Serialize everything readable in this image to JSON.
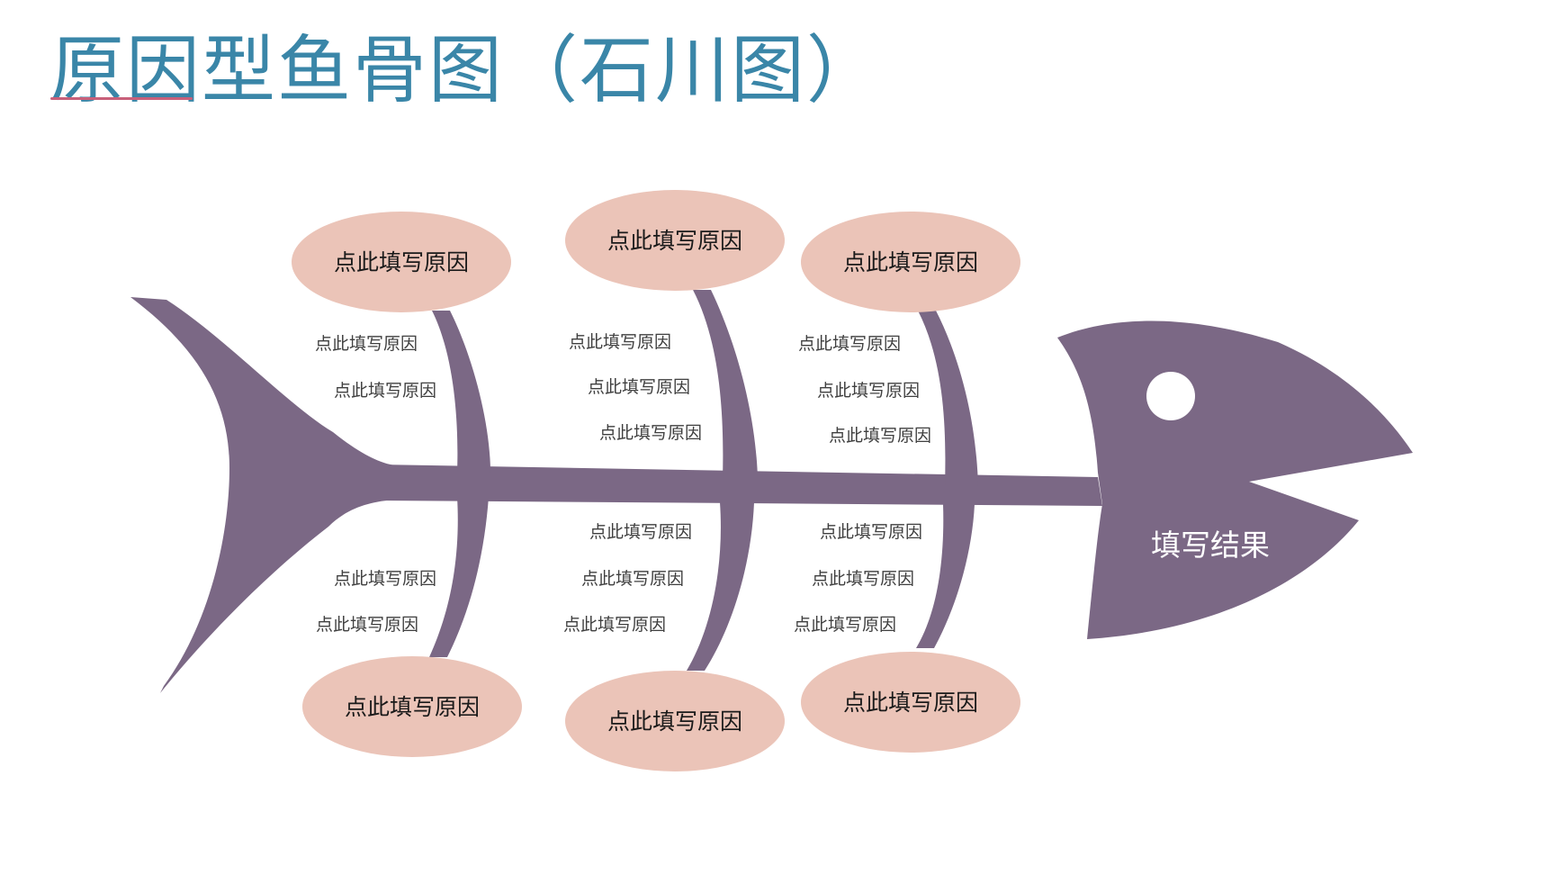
{
  "title": "原因型鱼骨图（石川图）",
  "colors": {
    "title": "#3a86a8",
    "title_underline": "#c8607a",
    "fish": "#7b6885",
    "bubble": "#ebc4b8",
    "eye": "#ffffff"
  },
  "result": {
    "label": "填写结果"
  },
  "categories": [
    {
      "position": "top-left",
      "label": "点此填写原因",
      "sub_causes": [
        "点此填写原因",
        "点此填写原因"
      ]
    },
    {
      "position": "top-middle",
      "label": "点此填写原因",
      "sub_causes": [
        "点此填写原因",
        "点此填写原因",
        "点此填写原因"
      ]
    },
    {
      "position": "top-right",
      "label": "点此填写原因",
      "sub_causes": [
        "点此填写原因",
        "点此填写原因",
        "点此填写原因"
      ]
    },
    {
      "position": "bottom-left",
      "label": "点此填写原因",
      "sub_causes": [
        "点此填写原因",
        "点此填写原因"
      ]
    },
    {
      "position": "bottom-middle",
      "label": "点此填写原因",
      "sub_causes": [
        "点此填写原因",
        "点此填写原因",
        "点此填写原因"
      ]
    },
    {
      "position": "bottom-right",
      "label": "点此填写原因",
      "sub_causes": [
        "点此填写原因",
        "点此填写原因",
        "点此填写原因"
      ]
    }
  ]
}
